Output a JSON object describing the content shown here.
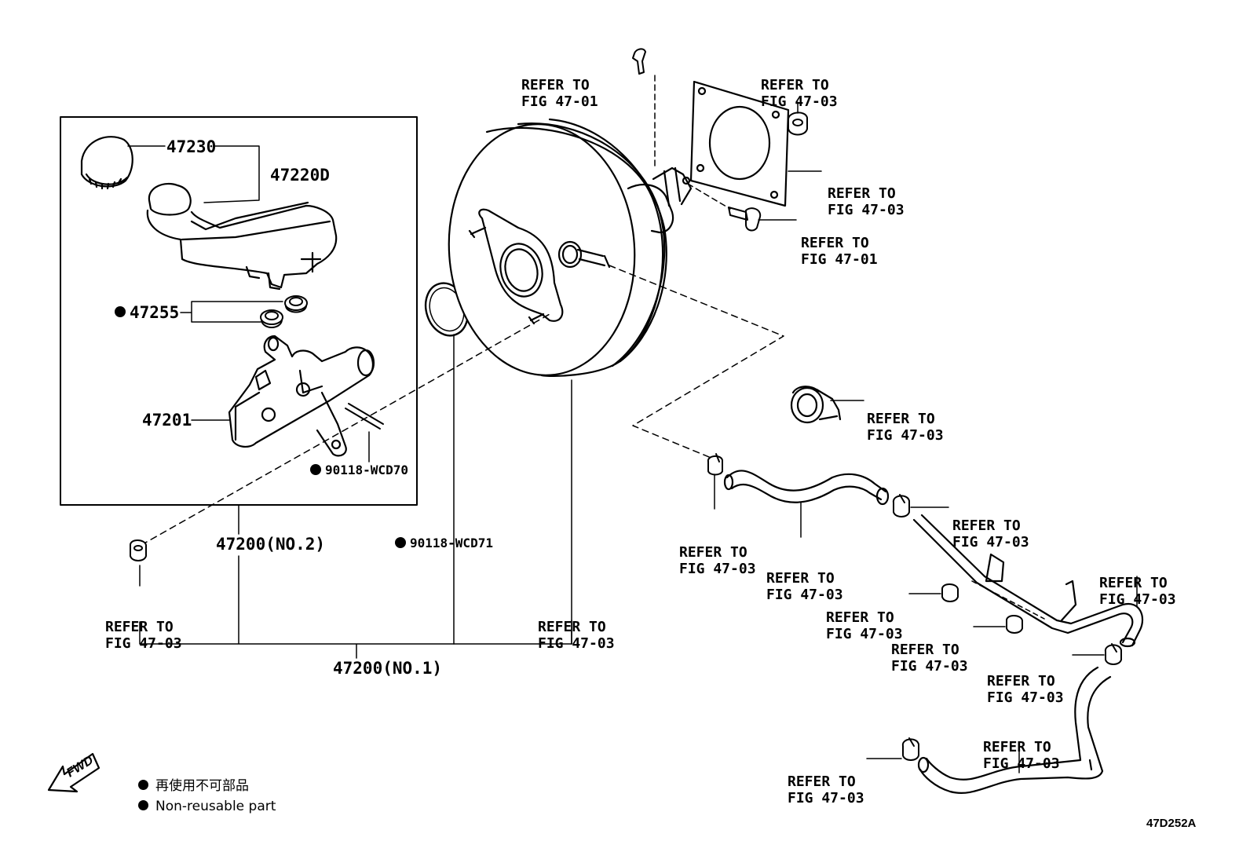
{
  "refer": {
    "line1": "REFER TO",
    "fig4701": "FIG 47-01",
    "fig4703": "FIG 47-03"
  },
  "parts": {
    "p47230": "47230",
    "p47220D": "47220D",
    "p47255": "47255",
    "p47201": "47201",
    "p90118_wcd70": "90118-WCD70",
    "p90118_wcd71": "90118-WCD71",
    "p47200_no2": "47200(NO.2)",
    "p47200_no1": "47200(NO.1)"
  },
  "fwd_label": "FWD",
  "legend": {
    "jp": "再使用不可部品",
    "en": "Non-reusable part"
  },
  "figure_code": "47D252A",
  "colors": {
    "ink": "#000000",
    "paper": "#ffffff"
  }
}
